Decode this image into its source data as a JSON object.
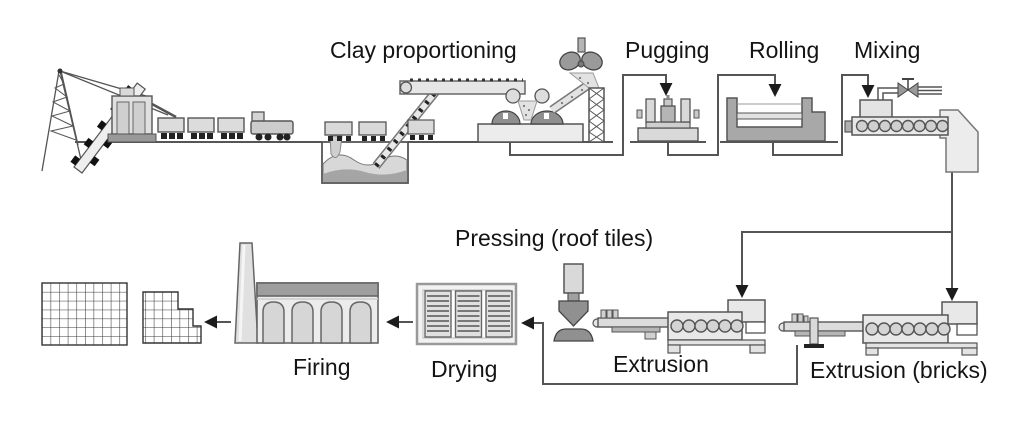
{
  "diagram": {
    "type": "process-flow",
    "subject": "Clay brick and roof tile production line",
    "labels": {
      "clay_proportioning": "Clay proportioning",
      "pugging": "Pugging",
      "rolling": "Rolling",
      "mixing": "Mixing",
      "pressing": "Pressing (roof tiles)",
      "extrusion": "Extrusion",
      "extrusion_bricks": "Extrusion (bricks)",
      "drying": "Drying",
      "firing": "Firing"
    },
    "stages_in_order": [
      "Clay extraction (bucket-chain excavator)",
      "Clay proportioning",
      "Pugging",
      "Rolling",
      "Mixing",
      "Extrusion (bricks) / Extrusion + Pressing (roof tiles)",
      "Drying",
      "Firing",
      "Stacked finished bricks"
    ],
    "equipment_icons": [
      "bucket-chain-excavator-icon",
      "mine-wagons-icon",
      "truck-icon",
      "clay-pit-icon",
      "inclined-conveyor-icon",
      "belt-conveyor-icon",
      "box-feeder-icon",
      "crusher-icon",
      "pug-mill-icon",
      "roller-mill-icon",
      "screw-mixer-icon",
      "valve-icon",
      "screw-extruder-icon",
      "revolver-press-icon",
      "drying-rack-icon",
      "tunnel-kiln-icon",
      "brick-stack-icon",
      "flow-arrow-icon"
    ],
    "colors": {
      "background": "#ffffff",
      "outline": "#4a4a4a",
      "machine_light": "#e8e8e8",
      "machine_mid": "#a8a8a8",
      "machine_dark": "#8a8a8a",
      "flow_line": "#555555",
      "arrow": "#1c1c1c",
      "text": "#141414"
    }
  }
}
